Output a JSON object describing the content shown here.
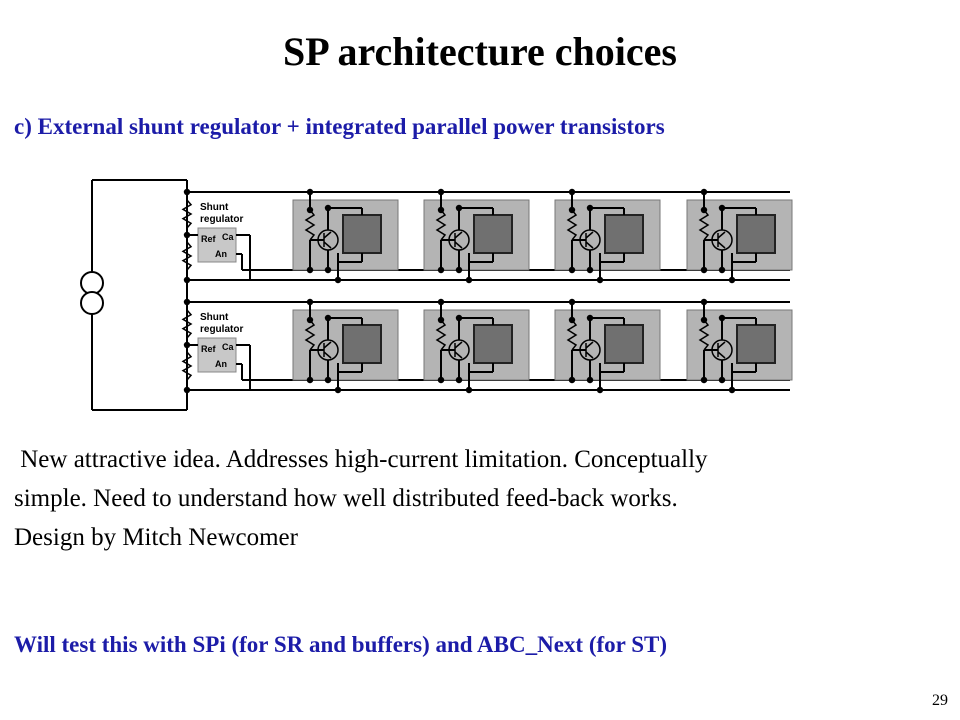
{
  "slide": {
    "title": "SP architecture choices",
    "subtitle": "c) External shunt regulator + integrated parallel power transistors",
    "body_lines": [
      " New attractive idea. Addresses high-current limitation. Conceptually",
      "simple. Need to understand how well distributed feed-back works.",
      "Design by Mitch Newcomer"
    ],
    "footer_note": "Will test this with SPi (for SR and buffers) and ABC_Next (for ST)",
    "page_number": "29"
  },
  "diagram": {
    "regulator_title_line1": "Shunt",
    "regulator_title_line2": "regulator",
    "pin_ref": "Ref",
    "pin_ca": "Ca",
    "pin_an": "An",
    "rows": 2,
    "chips_per_row": 4
  },
  "colors": {
    "title": "#000000",
    "accent_blue": "#1c1ca8",
    "chip_fill": "#b4b4b4",
    "chip_inner": "#707070",
    "regulator_fill": "#c8c8c8",
    "wire": "#000000"
  }
}
